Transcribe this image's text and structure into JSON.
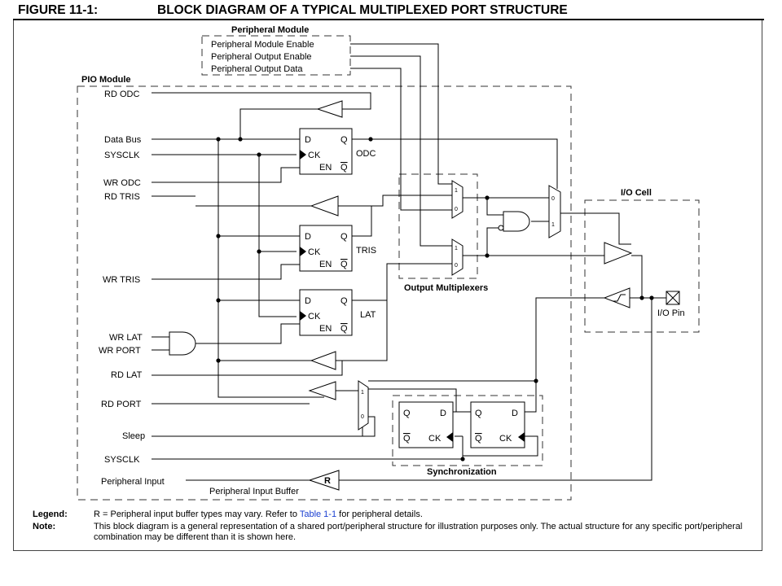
{
  "figure": {
    "number": "FIGURE 11-1:",
    "title": "BLOCK DIAGRAM OF A TYPICAL MULTIPLEXED PORT STRUCTURE"
  },
  "peripheral_module": {
    "title": "Peripheral Module",
    "signals": [
      "Peripheral Module Enable",
      "Peripheral Output Enable",
      "Peripheral Output Data"
    ]
  },
  "pio_module": {
    "title": "PIO Module",
    "signals": {
      "rd_odc": "RD ODC",
      "data_bus": "Data Bus",
      "sysclk": "SYSCLK",
      "wr_odc": "WR ODC",
      "rd_tris": "RD TRIS",
      "wr_tris": "WR TRIS",
      "wr_lat": "WR LAT",
      "wr_port": "WR PORT",
      "rd_lat": "RD LAT",
      "rd_port": "RD PORT",
      "sleep": "Sleep",
      "sysclk2": "SYSCLK",
      "peripheral_input": "Peripheral Input"
    }
  },
  "registers": {
    "odc": "ODC",
    "tris": "TRIS",
    "lat": "LAT"
  },
  "flipflop_pins": {
    "d": "D",
    "q": "Q",
    "ck": "CK",
    "en": "EN",
    "qbar": "Q"
  },
  "mux_inputs": {
    "one": "1",
    "zero": "0"
  },
  "output_multiplexers": "Output Multiplexers",
  "io_cell": {
    "title": "I/O Cell",
    "pin": "I/O Pin"
  },
  "synchronization": "Synchronization",
  "input_buffer": {
    "label": "Peripheral Input Buffer",
    "mark": "R"
  },
  "legend": {
    "legend_key": "Legend:",
    "legend_text_pre": "R = Peripheral input buffer types may vary. Refer to ",
    "legend_link": "Table 1-1",
    "legend_text_post": " for peripheral details.",
    "note_key": "Note:",
    "note_text": "This block diagram is a general representation of a shared port/peripheral structure for illustration purposes only. The actual structure for any specific port/peripheral combination may be different than it is shown here."
  }
}
